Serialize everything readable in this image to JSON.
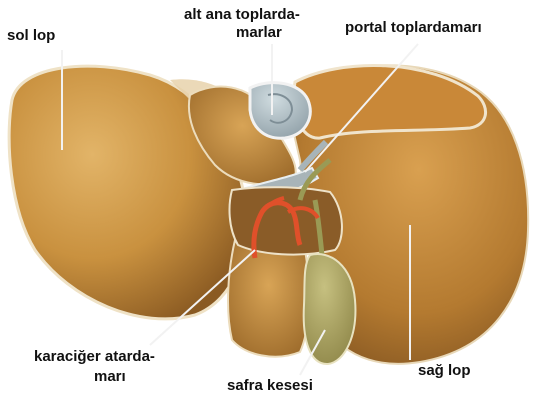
{
  "labels": {
    "sol_lop": "sol lop",
    "alt_ana_line1": "alt ana toplarda-",
    "alt_ana_line2": "marlar",
    "portal": "portal toplardamarı",
    "karaciger_line1": "karaciğer atarda-",
    "karaciger_line2": "marı",
    "safra": "safra kesesi",
    "sag_lop": "sağ lop"
  },
  "colors": {
    "liver_light": "#d9a85c",
    "liver_mid": "#b77f36",
    "liver_dark": "#7a4e1e",
    "vein_blue": "#a8b8c0",
    "artery_red": "#e0502a",
    "bile_green": "#9a9a55",
    "gall_bladder": "#a8a060",
    "leader_line": "#f2f2f2",
    "text": "#111111"
  }
}
